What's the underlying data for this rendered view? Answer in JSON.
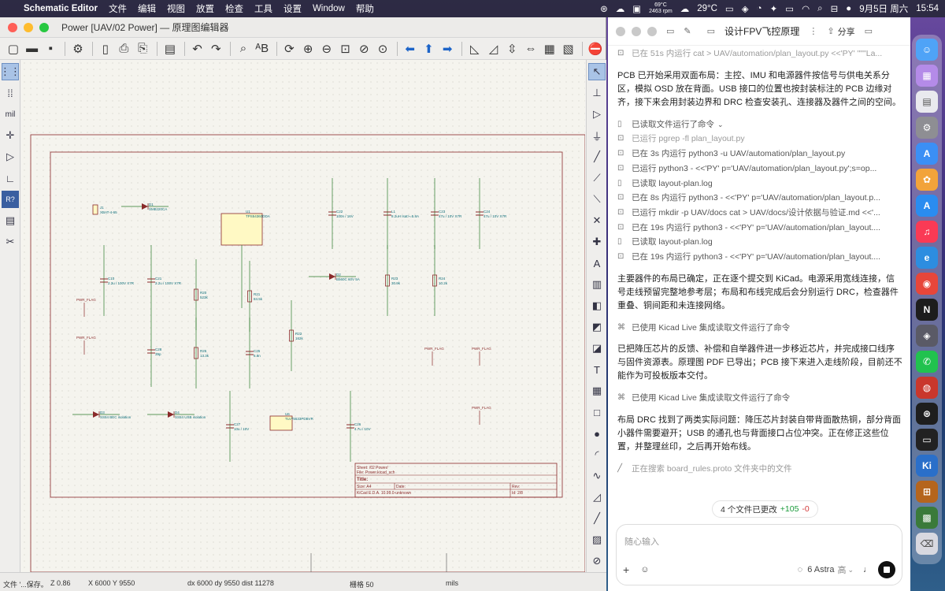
{
  "menubar": {
    "app_name": "Schematic Editor",
    "items": [
      "文件",
      "编辑",
      "视图",
      "放置",
      "检查",
      "工具",
      "设置",
      "Window",
      "帮助"
    ],
    "weather_temp": "69°C",
    "weather_sub": "2463 rpm",
    "temperature": "29°C",
    "date": "9月5日 周六",
    "time": "15:54"
  },
  "kicad": {
    "title": "Power [UAV/02 Power] — 原理图编辑器",
    "left_tools": [
      "grid-icon",
      "grid-fine-icon",
      "mil-units",
      "cursor-icon",
      "pin-icon",
      "angle-icon",
      "r-label-icon",
      "hierarchy-icon",
      "tools-icon"
    ],
    "units_label": "mil",
    "schematic": {
      "components": [
        {
          "ref": "J1",
          "value": "XBAT-4-65"
        },
        {
          "ref": "D1",
          "value": "SMBJ20CA"
        },
        {
          "ref": "U1",
          "value": "TPS54360DDA"
        },
        {
          "ref": "C22",
          "value": "100n / 16V"
        },
        {
          "ref": "L1",
          "value": "8.2uH Isat>=5.8A"
        },
        {
          "ref": "C23",
          "value": "47u / 10V X7R"
        },
        {
          "ref": "C24",
          "value": "47u / 10V X7R"
        },
        {
          "ref": "C10",
          "value": "2.2u / 100V X7R"
        },
        {
          "ref": "C21",
          "value": "2.2u / 100V X7R"
        },
        {
          "ref": "R20",
          "value": "523k"
        },
        {
          "ref": "R21",
          "value": "84.5k"
        },
        {
          "ref": "D2",
          "value": "B560C 60V 5A"
        },
        {
          "ref": "R23",
          "value": "30.9k"
        },
        {
          "ref": "R24",
          "value": "10.2k"
        },
        {
          "ref": "R22",
          "value": "162k"
        },
        {
          "ref": "C28",
          "value": "39p"
        },
        {
          "ref": "R25",
          "value": "13.3k"
        },
        {
          "ref": "C25",
          "value": "6.8n"
        },
        {
          "ref": "D3",
          "value": "SS54 BEC isolation"
        },
        {
          "ref": "D4",
          "value": "SS54 USB isolation"
        },
        {
          "ref": "U6",
          "value": "TLV75533PDBVR"
        },
        {
          "ref": "C27",
          "value": "10u / 10V"
        },
        {
          "ref": "C26",
          "value": "4.7u / 10V"
        }
      ],
      "flags": [
        "PWR_FLAG",
        "PWR_FLAG",
        "PWR_FLAG",
        "PWR_FLAG",
        "PWR_FLAG"
      ],
      "title_block": {
        "sheet": "Sheet: /02 Power/",
        "file": "File: Power.kicad_sch",
        "title_label": "Title:",
        "size": "Size: A4",
        "date": "Date:",
        "rev": "Rev:",
        "kicad_ver": "KiCad E.D.A. 10.99.0-unknown",
        "id": "Id: 2/8"
      }
    },
    "status": {
      "file": "文件 '...保存。",
      "zoom": "Z 0.86",
      "xy": "X 6000  Y 9550",
      "dxy": "dx 6000  dy 9550  dist 11278",
      "grid": "栅格 50",
      "units": "mils"
    }
  },
  "codex": {
    "doc_title": "设计FPV飞控原理",
    "share": "分享",
    "top_faded": "已在 51s 内运行 cat > UAV/automation/plan_layout.py <<'PY' \"\"\"La...",
    "para1": "PCB 已开始采用双面布局：主控、IMU 和电源器件按信号与供电关系分区，模拟 OSD 放在背面。USB 接口的位置也按封装标注的 PCB 边缘对齐，接下来会用封装边界和 DRC 检查安装孔、连接器及器件之间的空间。",
    "read_cmd": "已读取文件运行了命令",
    "cmds": [
      "已运行 pgrep -fl plan_layout.py",
      "已在 3s 内运行 python3 -u UAV/automation/plan_layout.py",
      "已运行 python3 - <<'PY' p='UAV/automation/plan_layout.py';s=op...",
      "已读取 layout-plan.log",
      "已在 8s 内运行 python3 - <<'PY' p='UAV/automation/plan_layout.p...",
      "已运行 mkdir -p UAV/docs cat > UAV/docs/设计依据与验证.md <<'...",
      "已在 19s 内运行 python3 - <<'PY' p='UAV/automation/plan_layout....",
      "已读取 layout-plan.log",
      "已在 19s 内运行 python3 - <<'PY' p='UAV/automation/plan_layout...."
    ],
    "para2": "主要器件的布局已确定，正在逐个提交到 KiCad。电源采用宽线连接，信号走线预留完整地参考层；布局和布线完成后会分别运行 DRC，检查器件重叠、铜间距和未连接网络。",
    "live1": "已使用 Kicad Live 集成读取文件运行了命令",
    "para3": "已把降压芯片的反馈、补偿和自举器件进一步移近芯片，并完成接口线序与固件资源表。原理图 PDF 已导出；PCB 接下来进入走线阶段，目前还不能作为可投板版本交付。",
    "live2": "已使用 Kicad Live 集成读取文件运行了命令",
    "para4": "布局 DRC 找到了两类实际问题：降压芯片封装自带背面散热铜，部分背面小器件需要避开；USB 的通孔也与背面接口占位冲突。正在修正这些位置，并整理丝印，之后再开始布线。",
    "searching": "正在搜索 board_rules.proto 文件夹中的文件",
    "changes_label": "4 个文件已更改",
    "added": "+105",
    "removed": "-0",
    "input_placeholder": "随心输入",
    "model": "6 Astra",
    "model_level": "高"
  },
  "dock": {
    "apps": [
      "finder",
      "launchpad",
      "calendar",
      "system-settings",
      "app-store",
      "photos",
      "appstore-blue",
      "music",
      "edge",
      "chrome",
      "notion",
      "clash",
      "wechat",
      "gitee",
      "openai",
      "terminal",
      "kicad",
      "pcb-calc",
      "pcb-editor",
      "trash"
    ]
  }
}
